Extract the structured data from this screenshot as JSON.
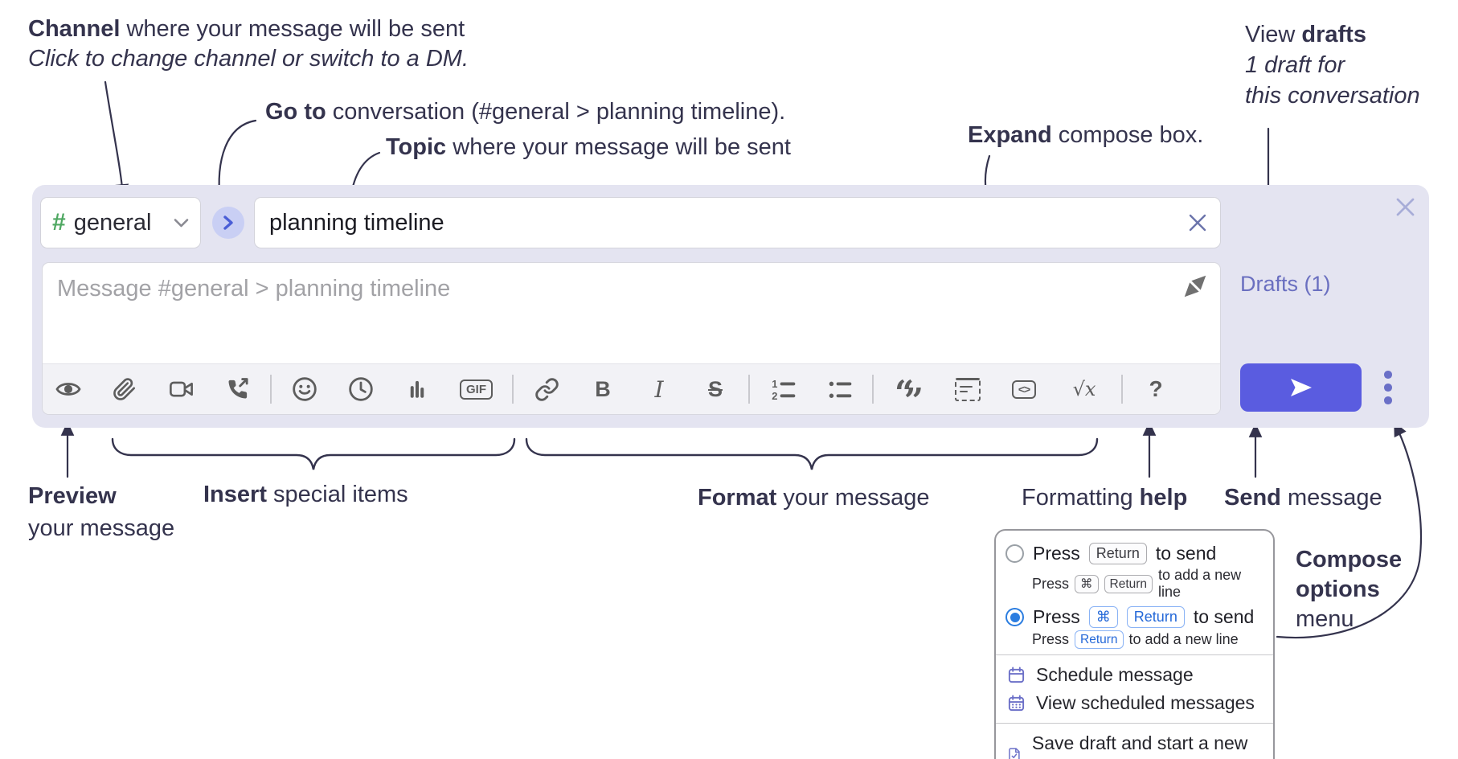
{
  "colors": {
    "panel_bg": "#e4e4f1",
    "accent_send": "#5a5ce0",
    "drafts_link": "#6a6fc0",
    "channel_hash_green": "#4fa862",
    "annotation_text": "#34334d",
    "radio_selected_blue": "#2b7de0",
    "keycap_blue": "#2468d8",
    "toolbar_icon_gray": "#5d5d5d"
  },
  "annotations": {
    "channel": {
      "bold": "Channel",
      "rest": " where your message will be sent",
      "line2_italic": "Click to change channel or switch to a DM."
    },
    "go_to": {
      "bold": "Go to",
      "rest": " conversation (#general > planning timeline)."
    },
    "topic": {
      "bold": "Topic",
      "rest": " where your message will be sent"
    },
    "expand": {
      "bold": "Expand",
      "rest": " compose box."
    },
    "view_drafts": {
      "pre": "View ",
      "bold": "drafts",
      "line2_italic": "1 draft for",
      "line3_italic": "this conversation"
    },
    "preview": {
      "bold": "Preview",
      "line2": "your message"
    },
    "insert": {
      "bold": "Insert",
      "rest": " special items"
    },
    "format": {
      "bold": "Format",
      "rest": " your message"
    },
    "formatting_help": {
      "pre": "Formatting ",
      "bold": "help"
    },
    "send": {
      "bold": "Send",
      "rest": " message"
    },
    "compose_options": {
      "line1": "Compose",
      "line2": "options",
      "line3": "menu"
    }
  },
  "compose": {
    "channel_selector": {
      "hash": "#",
      "label": "general"
    },
    "topic_input": {
      "value": "planning timeline"
    },
    "message_input": {
      "placeholder": "Message #general > planning timeline"
    },
    "drafts_link": "Drafts (1)",
    "toolbar": {
      "glyphs": {
        "gif": "GIF",
        "bold": "B",
        "italic": "I",
        "strike": "S",
        "list_one": "1",
        "list_two": "2",
        "quote_open": "“",
        "quote_close": "”",
        "code": "<>",
        "math": "√x",
        "help": "?"
      }
    }
  },
  "options_menu": {
    "row1": {
      "press": "Press",
      "key": "Return",
      "suffix": "to send"
    },
    "row1_sub": {
      "press": "Press",
      "key1": "⌘",
      "key2": "Return",
      "suffix": "to add a new line"
    },
    "row2": {
      "press": "Press",
      "key1": "⌘",
      "key2": "Return",
      "suffix": "to send"
    },
    "row2_sub": {
      "press": "Press",
      "key": "Return",
      "suffix": "to add a new line"
    },
    "items": {
      "schedule": "Schedule message",
      "view_scheduled": "View scheduled messages",
      "save_draft": "Save draft and start a new message"
    }
  }
}
